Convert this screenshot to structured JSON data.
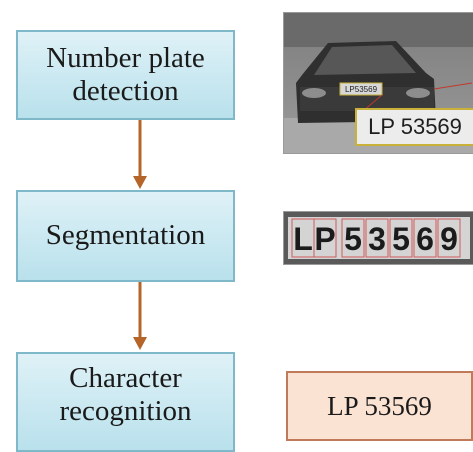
{
  "stages": [
    {
      "id": "detection",
      "lines": [
        "Number plate",
        "detection"
      ]
    },
    {
      "id": "segmentation",
      "lines": [
        "Segmentation"
      ]
    },
    {
      "id": "recognition",
      "lines": [
        "Character",
        "recognition"
      ]
    }
  ],
  "car_photo": {
    "plate_text": "LP 53569",
    "small_plate_text": "LP53569"
  },
  "segmented_plate": {
    "characters": [
      "L",
      "P",
      "5",
      "3",
      "5",
      "6",
      "9"
    ]
  },
  "result": {
    "text": "LP 53569"
  },
  "colors": {
    "stage_border": "#7fb8c8",
    "stage_fill_top": "#dff1f7",
    "stage_fill_bottom": "#b9e1ec",
    "arrow": "#b5652a",
    "result_fill": "#fbe3d4",
    "result_border": "#c07a5a"
  }
}
